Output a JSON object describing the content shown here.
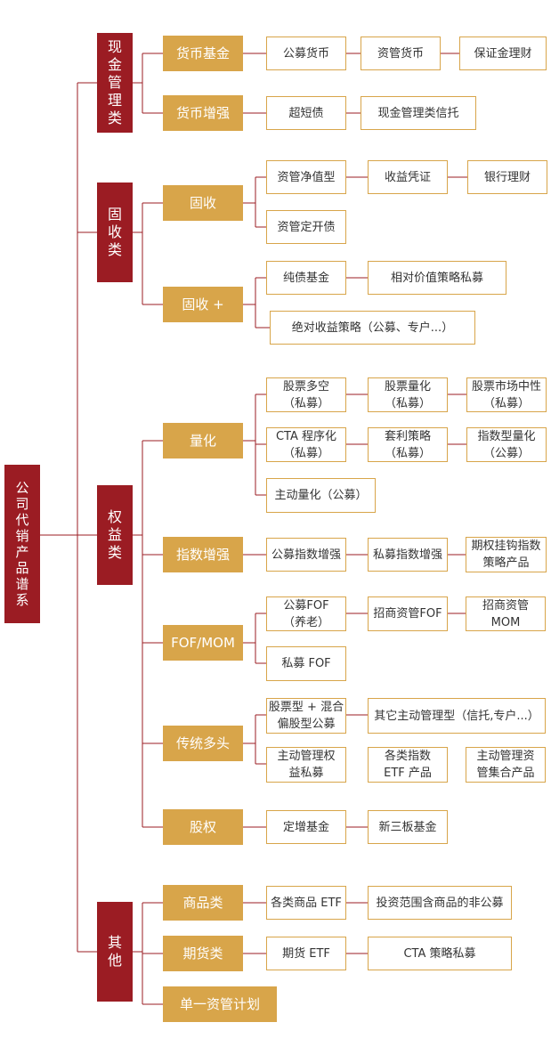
{
  "colors": {
    "category": "#9b1c23",
    "subcategory": "#d8a54a",
    "leaf_border": "#d8a54a",
    "line": "#9b1c23"
  },
  "root": "公\n司\n代\n销\n产\n品\n谱\n系",
  "categories": {
    "cash": "现\n金\n管\n理\n类",
    "fixed": "固\n收\n类",
    "equity": "权\n益\n类",
    "other": "其\n他"
  },
  "subs": {
    "money_fund": "货币基金",
    "money_plus": "货币增强",
    "fixed_income": "固收",
    "fixed_plus": "固收 +",
    "quant": "量化",
    "index_enhanced": "指数增强",
    "fof_mom": "FOF/MOM",
    "traditional_long": "传统多头",
    "private_equity": "股权",
    "commodity": "商品类",
    "futures": "期货类",
    "single_asset": "单一资管计划"
  },
  "leaves": {
    "public_money": "公募货币",
    "am_money": "资管货币",
    "margin_wm": "保证金理财",
    "ultra_short": "超短债",
    "cash_trust": "现金管理类信托",
    "am_nav": "资管净值型",
    "income_cert": "收益凭证",
    "bank_wm": "银行理财",
    "am_periodic": "资管定开债",
    "pure_bond": "纯债基金",
    "relative_value": "相对价值策略私募",
    "absolute_return": "绝对收益策略（公募、专户...）",
    "ls_equity": "股票多空\n（私募）",
    "equity_quant": "股票量化\n（私募）",
    "market_neutral": "股票市场中性\n（私募）",
    "cta": "CTA 程序化\n（私募）",
    "arbitrage": "套利策略\n（私募）",
    "index_quant": "指数型量化\n（公募）",
    "active_quant": "主动量化（公募）",
    "public_index_enh": "公募指数增强",
    "private_index_enh": "私募指数增强",
    "option_linked": "期权挂钩指数\n策略产品",
    "public_fof": "公募FOF\n（养老）",
    "cm_fof": "招商资管FOF",
    "cm_mom": "招商资管\nMOM",
    "private_fof": "私募 FOF",
    "equity_hybrid": "股票型 + 混合\n偏股型公募",
    "other_active": "其它主动管理型（信托,专户...）",
    "active_equity_pm": "主动管理权\n益私募",
    "index_etf": "各类指数\nETF 产品",
    "active_am_collective": "主动管理资\n管集合产品",
    "private_placement": "定增基金",
    "neeq_fund": "新三板基金",
    "commodity_etf": "各类商品 ETF",
    "commodity_nonpublic": "投资范围含商品的非公募",
    "futures_etf": "期货 ETF",
    "cta_private": "CTA 策略私募"
  }
}
